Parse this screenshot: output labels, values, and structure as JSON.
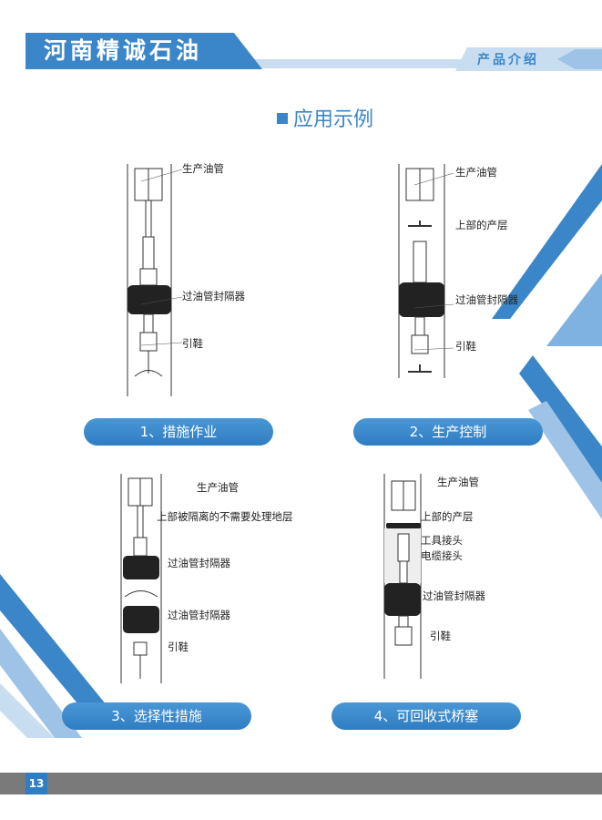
{
  "header": {
    "company": "河南精诚石油",
    "section": "产品介绍"
  },
  "section_title": "应用示例",
  "page_number": "13",
  "colors": {
    "accent": "#3a86c8",
    "light": "#c9ddf0",
    "footer": "#7a7a7a"
  },
  "diagrams": [
    {
      "caption": "1、措施作业",
      "labels": [
        "生产油管",
        "过油管封隔器",
        "引鞋"
      ]
    },
    {
      "caption": "2、生产控制",
      "labels": [
        "生产油管",
        "上部的产层",
        "过油管封隔器",
        "引鞋"
      ]
    },
    {
      "caption": "3、选择性措施",
      "labels": [
        "生产油管",
        "上部被隔离的不需要处理地层",
        "过油管封隔器",
        "过油管封隔器",
        "引鞋"
      ]
    },
    {
      "caption": "4、可回收式桥塞",
      "labels": [
        "生产油管",
        "上部的产层",
        "工具接头",
        "电缆接头",
        "过油管封隔器",
        "引鞋"
      ]
    }
  ]
}
